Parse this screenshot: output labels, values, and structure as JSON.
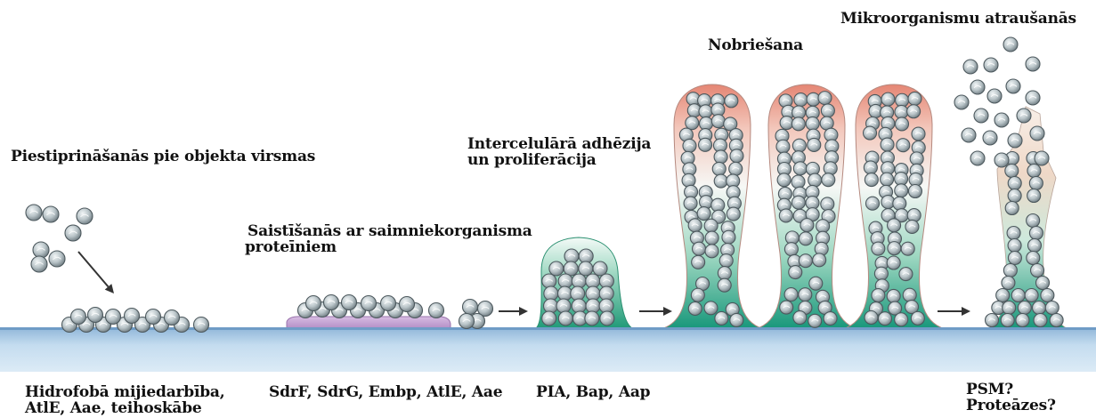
{
  "stages": {
    "attachment": "Piestiprināšanās pie objekta virsmas",
    "binding_line1": "Saistīšanās ar saimniekorganisma",
    "binding_line2": "proteīniem",
    "adhesion_line1": "Intercelulārā adhēzija",
    "adhesion_line2": "un proliferācija",
    "maturation": "Nobriešana",
    "detachment": "Mikroorganismu atraušanās"
  },
  "factors": {
    "hydrophobic_line1": "Hidrofobā mijiedarbība,",
    "hydrophobic_line2": "AtlE, Aae, teihoskābe",
    "proteins": "SdrF, SdrG, Embp, AtlE, Aae",
    "pia": "PIA, Bap, Aap",
    "psm": "PSM?",
    "proteases": "Proteāzes?"
  },
  "colors": {
    "surface": "#b7d2ea",
    "cell": "#b9c4c8",
    "biofilm": "#2aa17f",
    "biofilm_top": "#e79080",
    "host_protein": "#c9a8d6"
  }
}
